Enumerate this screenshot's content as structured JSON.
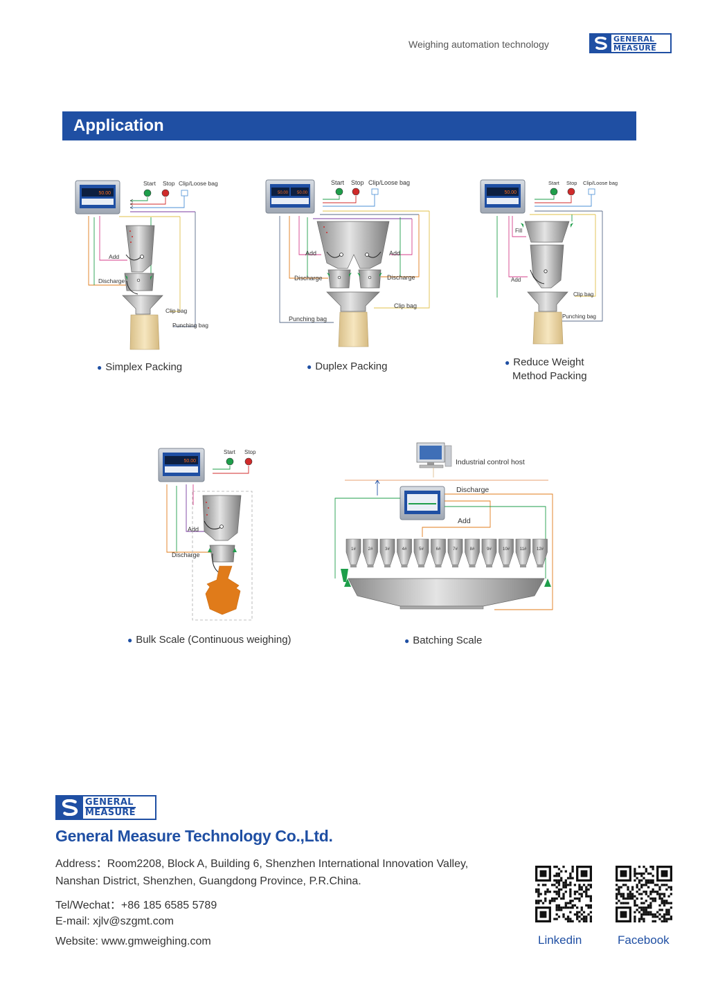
{
  "header": {
    "tagline": "Weighing automation technology",
    "logo_line1": "GENERAL",
    "logo_line2": "MEASURE"
  },
  "section": {
    "title": "Application"
  },
  "diagrams": {
    "simplex": {
      "start": "Start",
      "stop": "Stop",
      "clip_loose": "Clip/Loose bag",
      "add": "Add",
      "discharge": "Discharge",
      "clip_bag": "Clip bag",
      "punching_bag": "Punching bag",
      "display": "50.00",
      "caption": "Simplex Packing"
    },
    "duplex": {
      "start": "Start",
      "stop": "Stop",
      "clip_loose": "Clip/Loose bag",
      "add": "Add",
      "discharge": "Discharge",
      "clip_bag": "Clip bag",
      "punching_bag": "Punching bag",
      "display_left": "50.00",
      "display_right": "50.00",
      "caption": "Duplex Packing"
    },
    "reduce": {
      "start": "Start",
      "stop": "Stop",
      "clip_loose": "Clip/Loose bag",
      "fill": "Fill",
      "add": "Add",
      "clip_bag": "Clip bag",
      "punching_bag": "Punching bag",
      "display": "50.00",
      "caption_line1": "Reduce Weight",
      "caption_line2": "Method Packing"
    },
    "bulk": {
      "start": "Start",
      "stop": "Stop",
      "add": "Add",
      "discharge": "Discharge",
      "display": "50.00",
      "caption": "Bulk Scale (Continuous weighing)"
    },
    "batching": {
      "host": "Industrial control host",
      "discharge": "Discharge",
      "add": "Add",
      "bins": [
        "1#",
        "2#",
        "3#",
        "4#",
        "5#",
        "6#",
        "7#",
        "8#",
        "9#",
        "10#",
        "11#",
        "12#"
      ],
      "caption": "Batching Scale"
    }
  },
  "footer": {
    "logo_line1": "GENERAL",
    "logo_line2": "MEASURE",
    "company": "General Measure Technology Co.,Ltd.",
    "address_line1": "Address：Room2208, Block A, Building 6, Shenzhen International Innovation Valley,",
    "address_line2": "Nanshan District, Shenzhen, Guangdong Province, P.R.China.",
    "tel": "Tel/Wechat：+86 185 6585 5789",
    "email": "E-mail: xjlv@szgmt.com",
    "website": "Website: www.gmweighing.com",
    "linkedin": "Linkedin",
    "facebook": "Facebook"
  },
  "colors": {
    "brand_blue": "#1f4fa3",
    "start_green": "#1e9e4a",
    "stop_red": "#d02a2a",
    "material_orange": "#e07b1a",
    "bag_tan": "#efd9a8"
  }
}
